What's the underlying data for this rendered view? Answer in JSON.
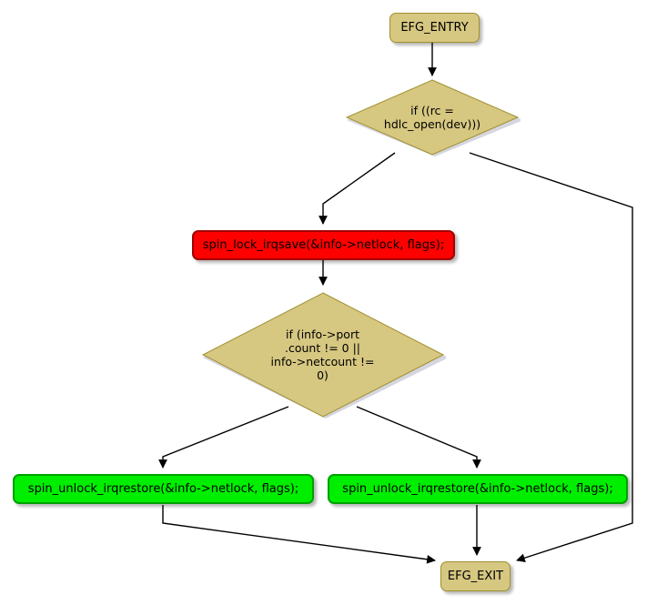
{
  "diagram": {
    "type": "activity-flowchart",
    "title": "",
    "colors": {
      "terminal_fill": "#d6c781",
      "terminal_border": "#a09030",
      "decision_fill": "#d6c781",
      "decision_border": "#a09030",
      "action_red_fill": "#ff0000",
      "action_red_border": "#a00000",
      "action_green_fill": "#00ee00",
      "action_green_border": "#00a000",
      "edge": "#000000",
      "background": "#ffffff",
      "shadow": "#b4b4c8"
    }
  },
  "nodes": {
    "entry": {
      "label": "EFG_ENTRY",
      "shape": "rounded-rect",
      "role": "start"
    },
    "decision_open": {
      "label": "if ((rc =\nhdlc_open(dev)))",
      "line1": "if ((rc =",
      "line2": "hdlc_open(dev)))",
      "shape": "diamond",
      "role": "decision"
    },
    "lock": {
      "label": "spin_lock_irqsave(&info->netlock, flags);",
      "shape": "rounded-rect",
      "role": "action",
      "highlight": "red"
    },
    "decision_count": {
      "label": "if (info->port\n.count != 0 ||\ninfo->netcount !=\n0)",
      "line1": "if (info->port",
      "line2": ".count != 0 ||",
      "line3": "info->netcount !=",
      "line4": "0)",
      "shape": "diamond",
      "role": "decision"
    },
    "unlock_left": {
      "label": "spin_unlock_irqrestore(&info->netlock, flags);",
      "shape": "rounded-rect",
      "role": "action",
      "highlight": "green"
    },
    "unlock_right": {
      "label": "spin_unlock_irqrestore(&info->netlock, flags);",
      "shape": "rounded-rect",
      "role": "action",
      "highlight": "green"
    },
    "exit": {
      "label": "EFG_EXIT",
      "shape": "rounded-rect",
      "role": "end"
    }
  },
  "edges": [
    {
      "from": "entry",
      "to": "decision_open",
      "label": ""
    },
    {
      "from": "decision_open",
      "to": "lock",
      "label": ""
    },
    {
      "from": "decision_open",
      "to": "exit",
      "label": ""
    },
    {
      "from": "lock",
      "to": "decision_count",
      "label": ""
    },
    {
      "from": "decision_count",
      "to": "unlock_left",
      "label": ""
    },
    {
      "from": "decision_count",
      "to": "unlock_right",
      "label": ""
    },
    {
      "from": "unlock_left",
      "to": "exit",
      "label": ""
    },
    {
      "from": "unlock_right",
      "to": "exit",
      "label": ""
    }
  ]
}
